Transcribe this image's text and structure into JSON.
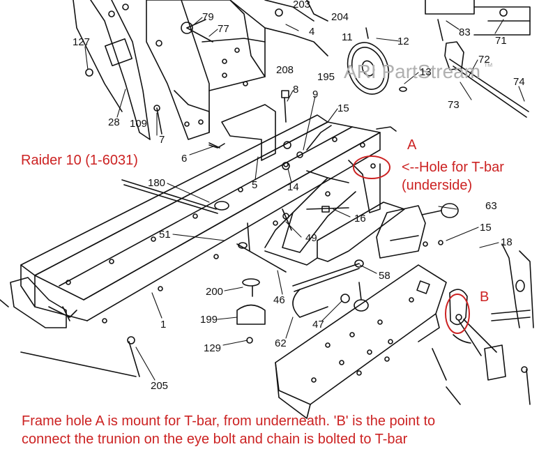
{
  "watermark": {
    "text": "ARI PartStream",
    "mark": "™"
  },
  "annotations": {
    "model": "Raider 10 (1-6031)",
    "label_a": "A",
    "hole_note_line1": "<--Hole for T-bar",
    "hole_note_line2": "(underside)",
    "label_b": "B",
    "caption_line1": "Frame hole A is mount for T-bar, from underneath.  'B' is the point to",
    "caption_line2": "connect the trunion on the eye bolt and chain is bolted to T-bar"
  },
  "part_numbers": {
    "p127": "127",
    "p79": "79",
    "p77": "77",
    "p203": "203",
    "p204": "204",
    "p4": "4",
    "p11": "11",
    "p12": "12",
    "p83": "83",
    "p71": "71",
    "p72": "72",
    "p13": "13",
    "p74": "74",
    "p73": "73",
    "p208": "208",
    "p195": "195",
    "p8": "8",
    "p9": "9",
    "p15a": "15",
    "p28": "28",
    "p109": "109",
    "p7": "7",
    "p6": "6",
    "p5": "5",
    "p14": "14",
    "p180": "180",
    "p63": "63",
    "p16": "16",
    "p15b": "15",
    "p18": "18",
    "p51": "51",
    "p49": "49",
    "p58": "58",
    "p200": "200",
    "p46": "46",
    "p199": "199",
    "p47": "47",
    "p1": "1",
    "p62": "62",
    "p129": "129",
    "p205": "205"
  },
  "colors": {
    "line": "#111111",
    "annotation": "#cc2222",
    "watermark": "#b0b0b0"
  }
}
